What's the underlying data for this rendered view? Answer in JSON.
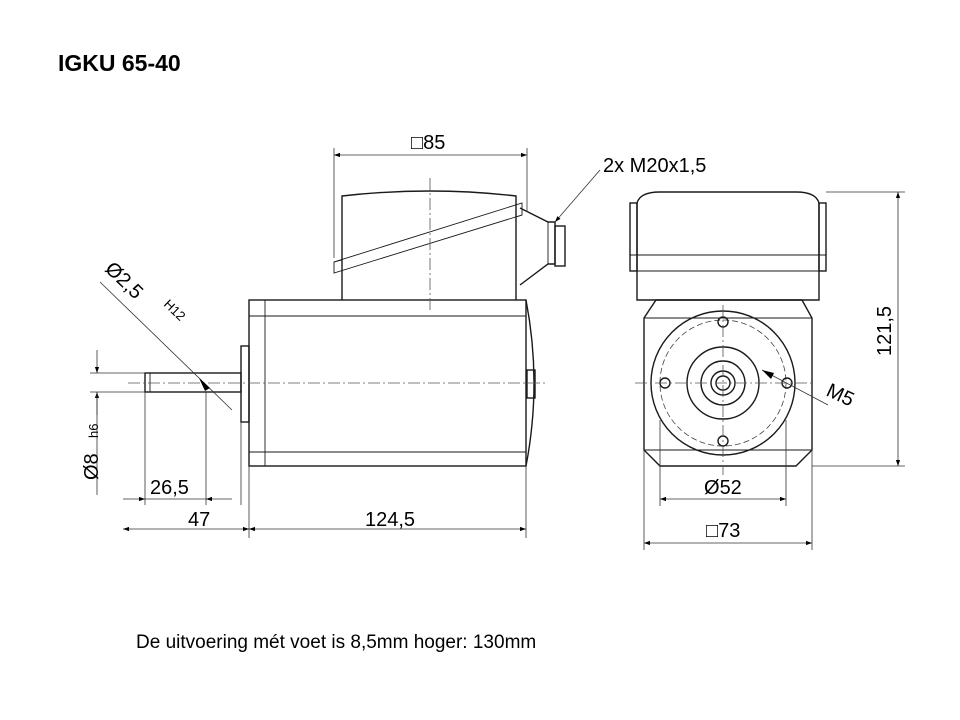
{
  "title": "IGKU 65-40",
  "footnote": "De uitvoering mét voet is 8,5mm hoger: 130mm",
  "dimensions": {
    "box_square_side": "85",
    "cable_gland": "2x M20x1,5",
    "hole_diameter": "2,5",
    "hole_tolerance": "H12",
    "shaft_diameter": "8",
    "shaft_tolerance": "h6",
    "shaft_length": "26,5",
    "flange_to_shaft_end": "47",
    "motor_length": "124,5",
    "total_height": "121,5",
    "thread": "M5",
    "pitch_circle_diameter": "52",
    "flange_square_side": "73"
  },
  "symbols": {
    "diameter": "Ø",
    "square": "□"
  }
}
